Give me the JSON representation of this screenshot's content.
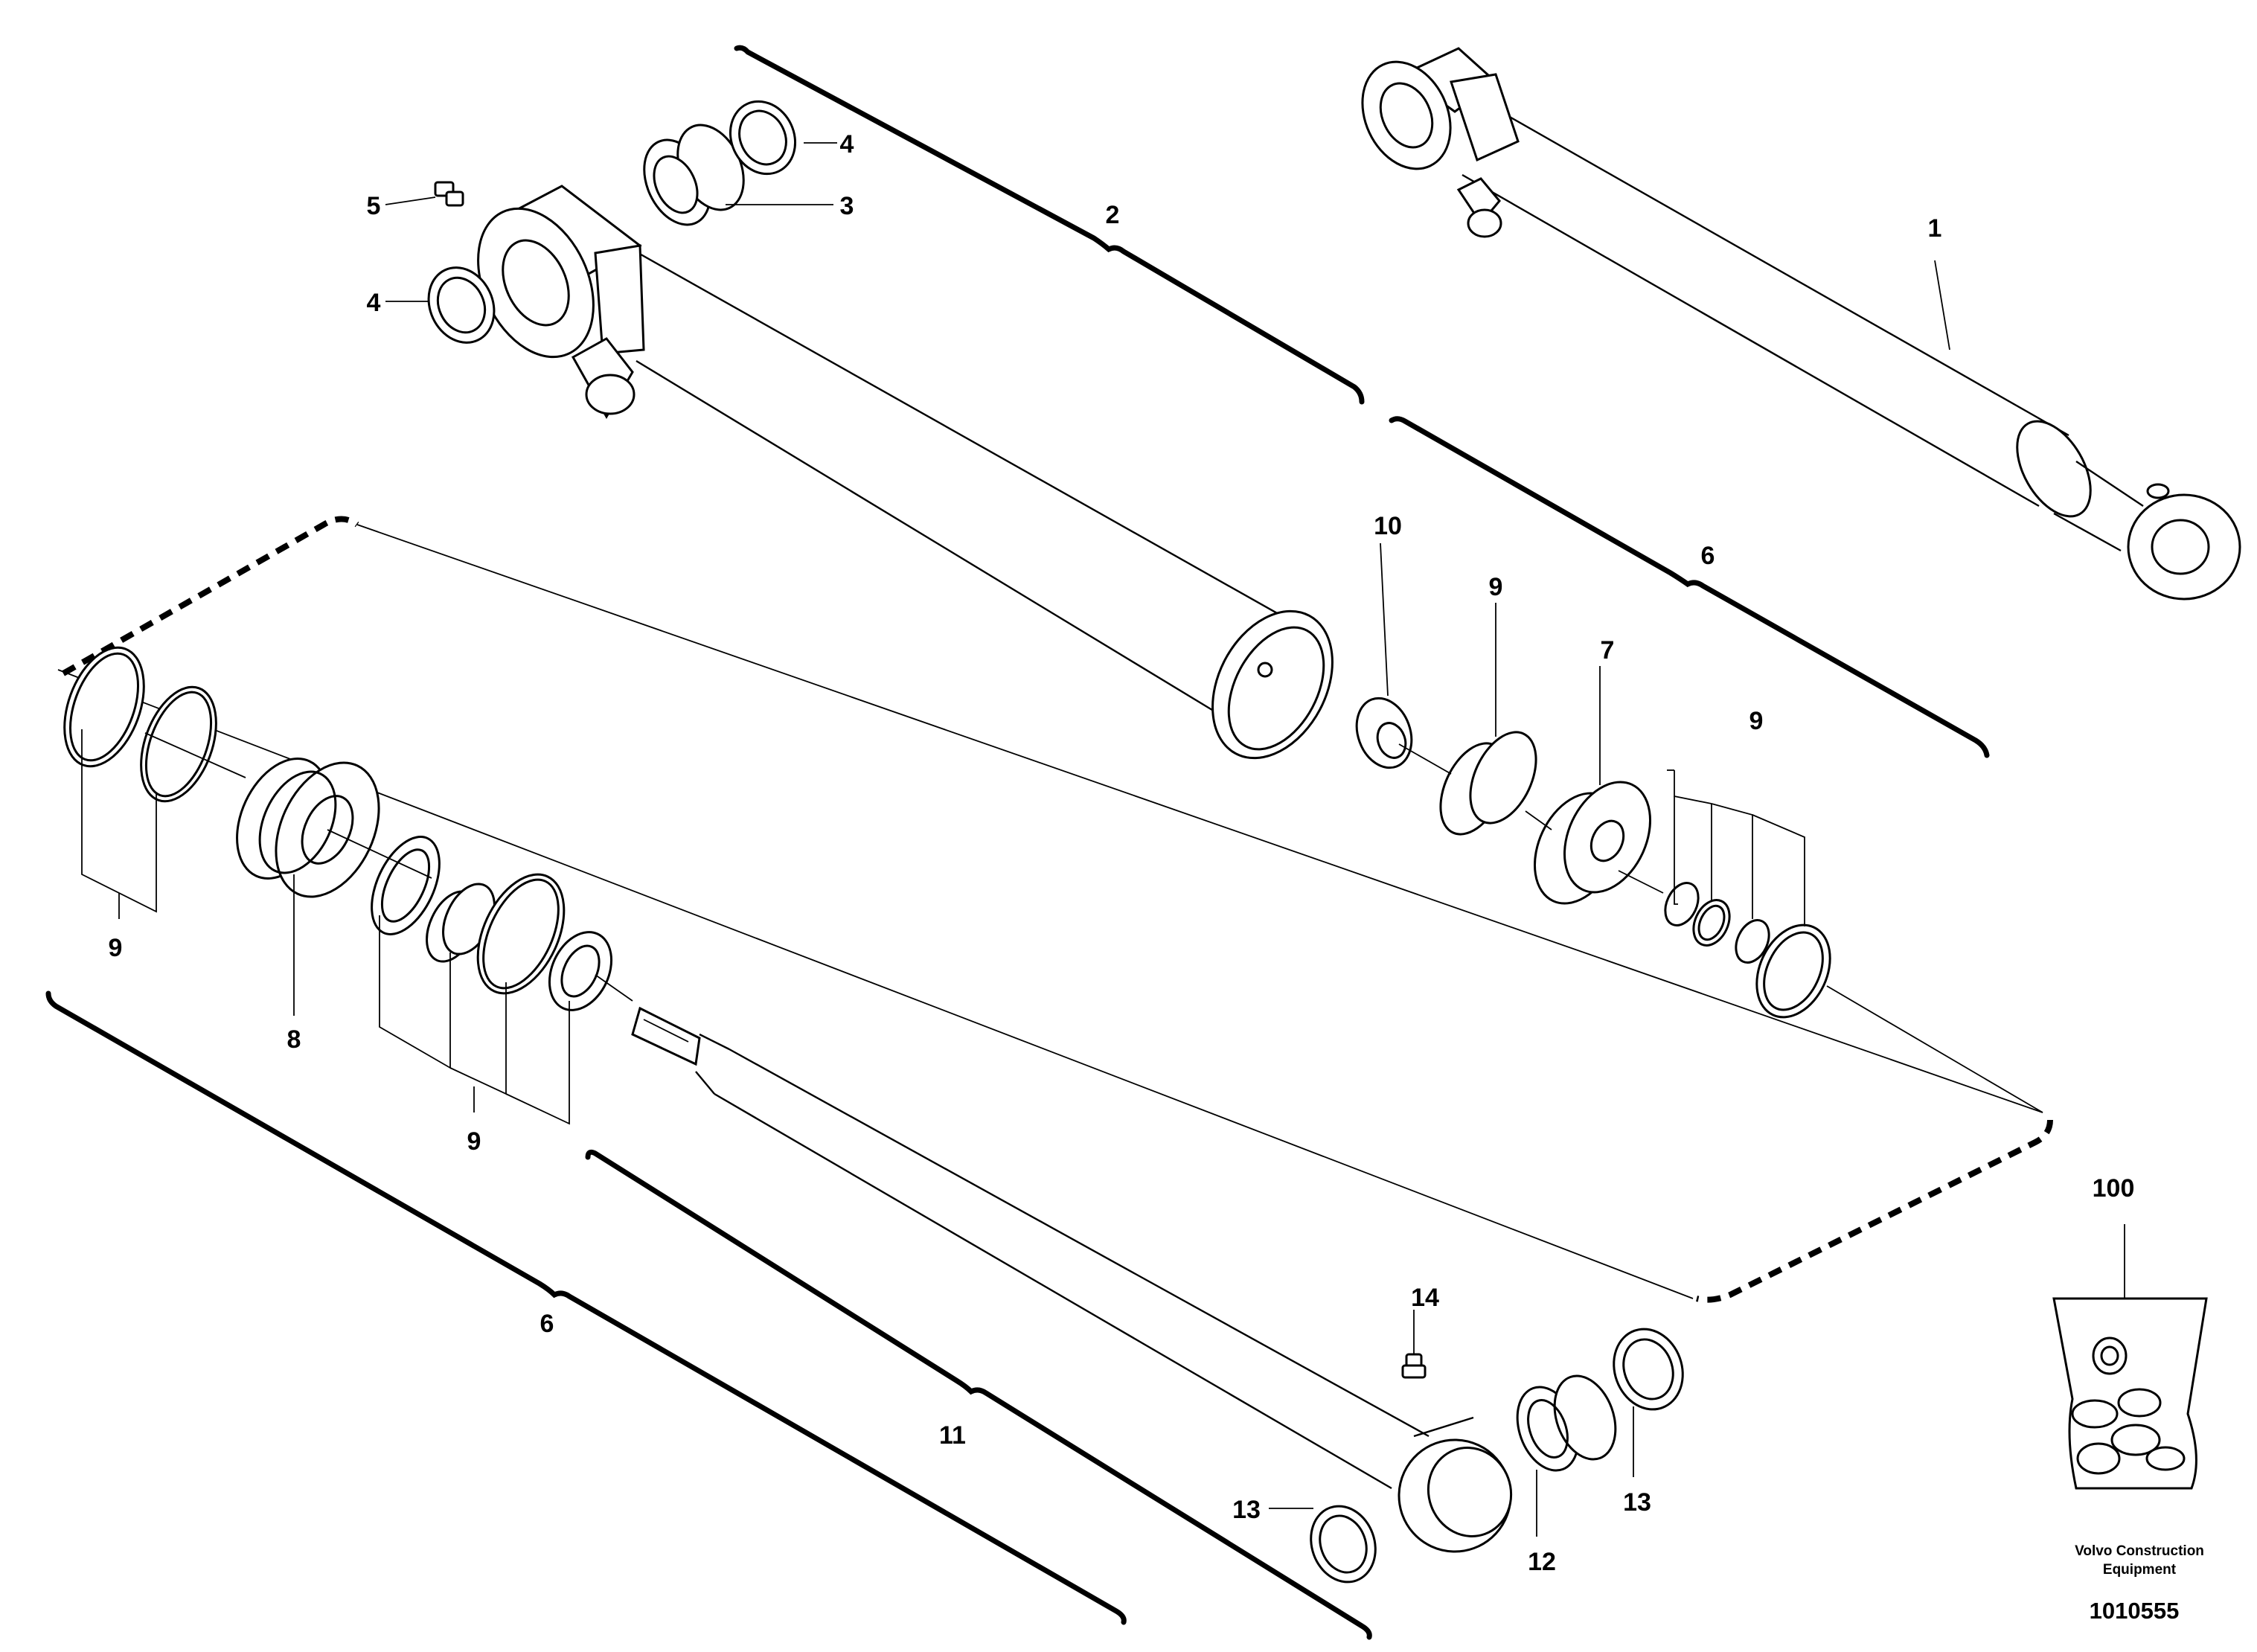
{
  "callouts": {
    "c1": "1",
    "c2": "2",
    "c3": "3",
    "c4": "4",
    "c5": "5",
    "c6": "6",
    "c7": "7",
    "c8": "8",
    "c9": "9",
    "c10": "10",
    "c11": "11",
    "c12": "12",
    "c13": "13",
    "c14": "14",
    "c100": "100"
  },
  "footer": {
    "brand_line1": "Volvo Construction",
    "brand_line2": "Equipment",
    "figure_number": "1010555"
  }
}
